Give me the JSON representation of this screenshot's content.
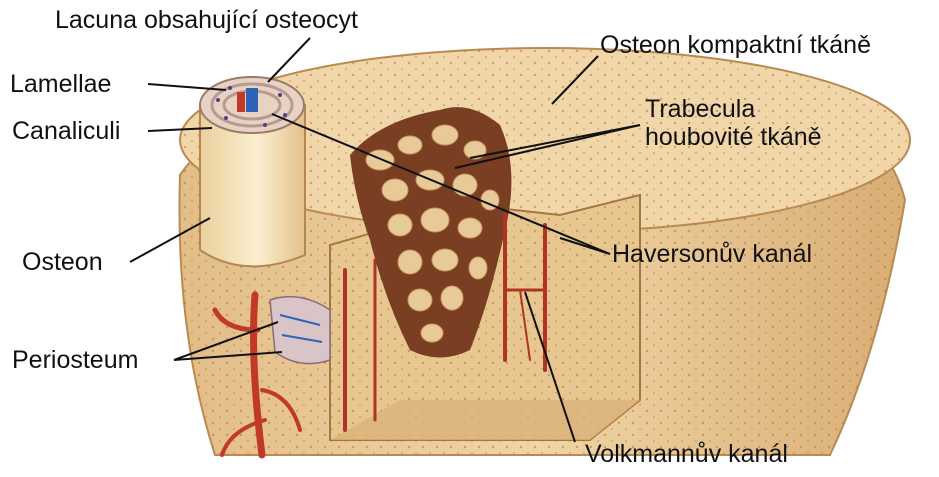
{
  "labels": {
    "lacuna": "Lacuna obsahující osteocyt",
    "lamellae": "Lamellae",
    "canaliculi": "Canaliculi",
    "osteon": "Osteon",
    "periosteum": "Periosteum",
    "osteon_compact": "Osteon kompaktní tkáně",
    "trabecula_line1": "Trabecula",
    "trabecula_line2": "houbovité tkáně",
    "haversian": "Haversonův kanál",
    "volkmann": "Volkmannův kanál"
  },
  "colors": {
    "bone_light": "#f1d9ae",
    "bone_mid": "#e6c28f",
    "bone_dark": "#c9975a",
    "marrow_dark": "#7a3e22",
    "vessel_red": "#c0392b",
    "vessel_blue": "#2e63b8",
    "leader_line": "#111111"
  }
}
